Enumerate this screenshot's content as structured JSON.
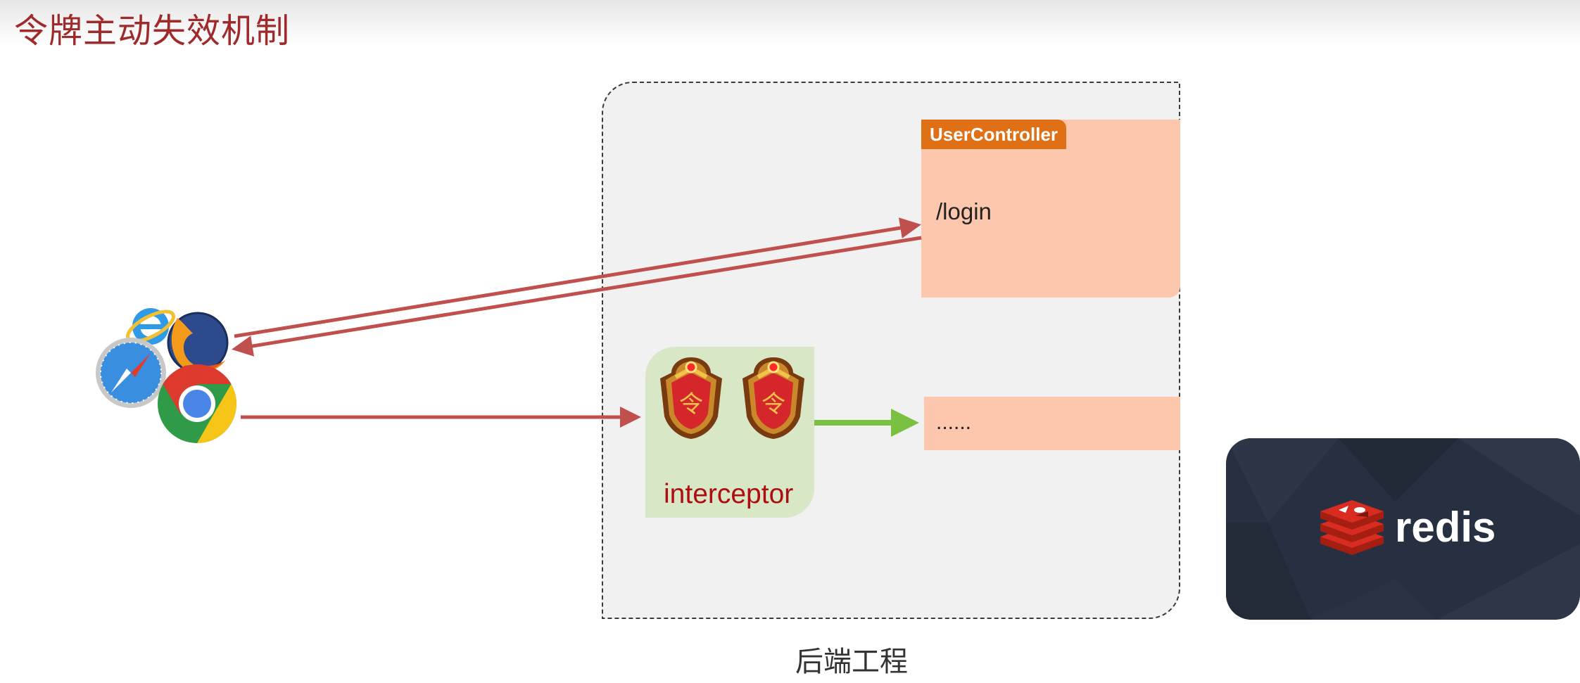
{
  "title": "令牌主动失效机制",
  "backend": {
    "caption": "后端工程",
    "controller": {
      "name": "UserController",
      "endpoint": "/login",
      "other_endpoint": "......"
    },
    "interceptor": {
      "label": "interceptor",
      "token_glyph": "令"
    }
  },
  "browsers": [
    "ie-icon",
    "firefox-icon",
    "safari-icon",
    "chrome-icon"
  ],
  "redis": {
    "wordmark": "redis"
  },
  "colors": {
    "title": "#9e2a2b",
    "arrow_red": "#c0504d",
    "arrow_green": "#7ac142",
    "controller_fill": "#fdc7ae",
    "controller_tab": "#e07015",
    "interceptor_fill": "#d8e7c5",
    "interceptor_text": "#b00d12",
    "redis_card": "#273040",
    "redis_logo": "#d82c20"
  }
}
